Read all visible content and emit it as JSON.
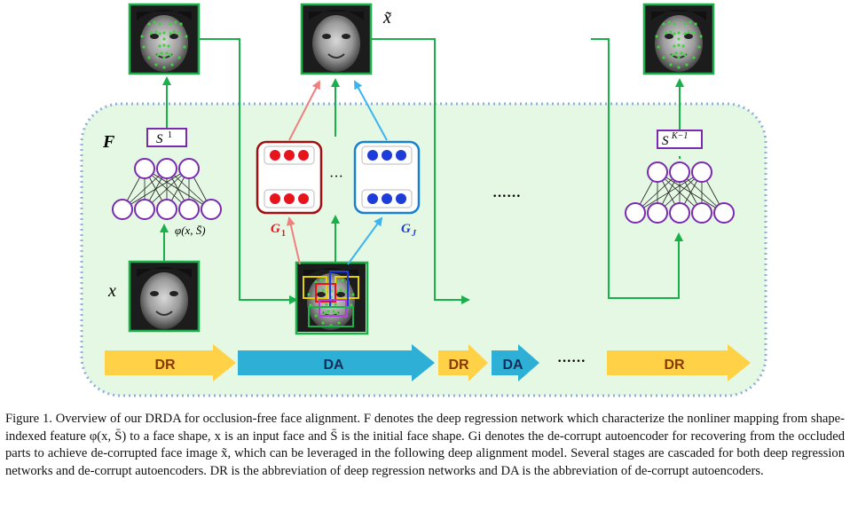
{
  "figure": {
    "panel_label": "F",
    "x_tilde_label": "x̃",
    "input_label": "x",
    "s1_label": "S",
    "s1_sup": "1",
    "sk_label": "S",
    "sk_sup": "K−1",
    "phi_label": "φ(x, S̄)",
    "g1_label": "G",
    "g1_sub": "1",
    "gj_label": "G",
    "gj_sub": "J",
    "mid_dots": "···",
    "between_dots": "······",
    "stage_dots": "······",
    "stages": [
      "DR",
      "DA",
      "DR",
      "DA",
      "DR"
    ],
    "colors": {
      "background_panel": "#e4f8e4",
      "panel_border": "#8fb0d8",
      "dr_arrow": "#ffd147",
      "da_arrow": "#2eb0d6",
      "dr_text": "#8a3a00",
      "da_text": "#10305a",
      "green_line": "#19b04a",
      "red": "#e8141c",
      "blue": "#1e3cd8",
      "network_purple": "#7a2bb0",
      "g1_border": "#a01010",
      "gj_border": "#1a80d0",
      "pink_arrow": "#f08080",
      "cyan_arrow": "#3cb4f0"
    }
  },
  "caption": {
    "text": "Figure 1. Overview of our DRDA for occlusion-free face alignment. F denotes the deep regression network which characterize the nonliner mapping from shape-indexed feature φ(x, S̄) to a face shape, x is an input face and S̄ is the initial face shape. Gi denotes the de-corrupt autoencoder for recovering from the occluded parts to achieve de-corrupted face image x̃, which can be leveraged in the following deep alignment model. Several stages are cascaded for both deep regression networks and de-corrupt autoencoders. DR is the abbreviation of deep regression networks and DA is the abbreviation of de-corrupt autoencoders."
  }
}
